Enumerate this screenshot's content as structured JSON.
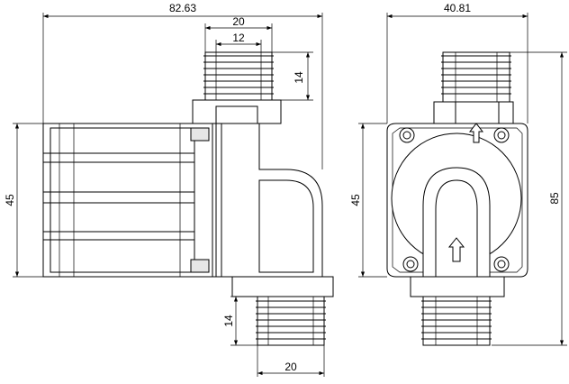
{
  "dimensions": {
    "overall_length": "82.63",
    "top_fitting_width": "20",
    "top_fitting_inner": "12",
    "top_thread_height": "14",
    "side_height": "45",
    "bottom_thread_height": "14",
    "bottom_fitting_width": "20",
    "front_width": "40.81",
    "front_height": "45",
    "total_height": "85"
  },
  "colors": {
    "line": "#000000",
    "background": "#ffffff"
  }
}
